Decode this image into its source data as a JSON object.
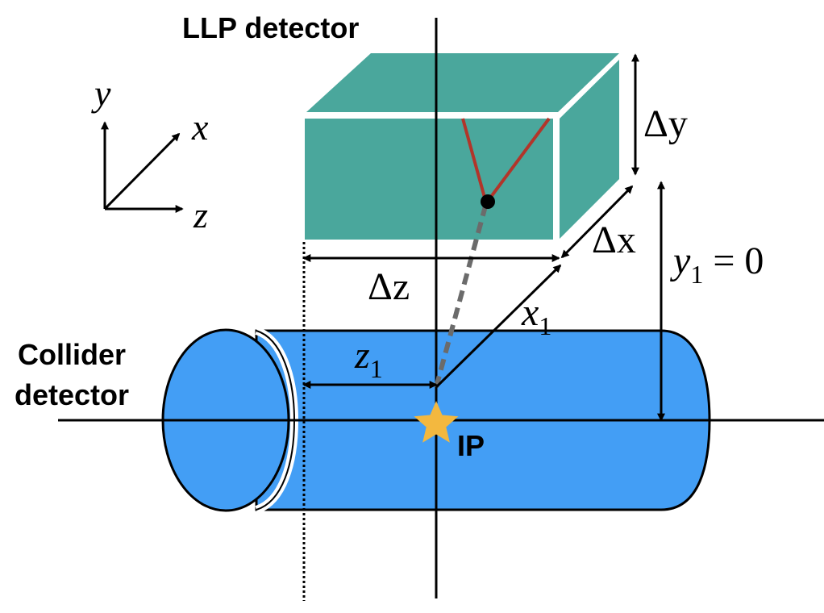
{
  "labels": {
    "llp_detector": "LLP detector",
    "collider_detector_line1": "Collider",
    "collider_detector_line2": "detector",
    "ip": "IP"
  },
  "axes": {
    "y": "y",
    "x": "x",
    "z": "z"
  },
  "dimensions": {
    "delta_y": "Δy",
    "delta_x": "Δx",
    "delta_z": "Δz",
    "x1_var": "x",
    "x1_sub": "1",
    "z1_var": "z",
    "z1_sub": "1",
    "y1_var": "y",
    "y1_sub": "1",
    "y1_rest": " = 0"
  },
  "colors": {
    "llp_box": "#4aa79c",
    "collider_cylinder": "#439ef5",
    "decay_products": "#b2352a",
    "ip_star": "#f3b83f",
    "trajectory": "#6b6b6b"
  }
}
